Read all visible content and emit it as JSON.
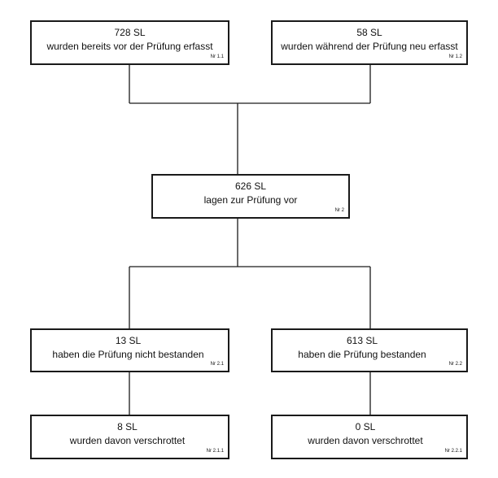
{
  "boxes": {
    "b11": {
      "count": "728 SL",
      "text": "wurden bereits vor der Prüfung erfasst",
      "nr": "Nr 1.1"
    },
    "b12": {
      "count": "58 SL",
      "text": "wurden während der Prüfung neu erfasst",
      "nr": "Nr 1.2"
    },
    "b2": {
      "count": "626 SL",
      "text": "lagen zur Prüfung vor",
      "nr": "Nr 2"
    },
    "b21": {
      "count": "13 SL",
      "text": "haben die Prüfung nicht bestanden",
      "nr": "Nr 2.1"
    },
    "b22": {
      "count": "613 SL",
      "text": "haben die Prüfung bestanden",
      "nr": "Nr 2.2"
    },
    "b211": {
      "count": "8 SL",
      "text": "wurden davon verschrottet",
      "nr": "Nr 2.1.1"
    },
    "b221": {
      "count": "0 SL",
      "text": "wurden davon verschrottet",
      "nr": "Nr 2.2.1"
    }
  }
}
